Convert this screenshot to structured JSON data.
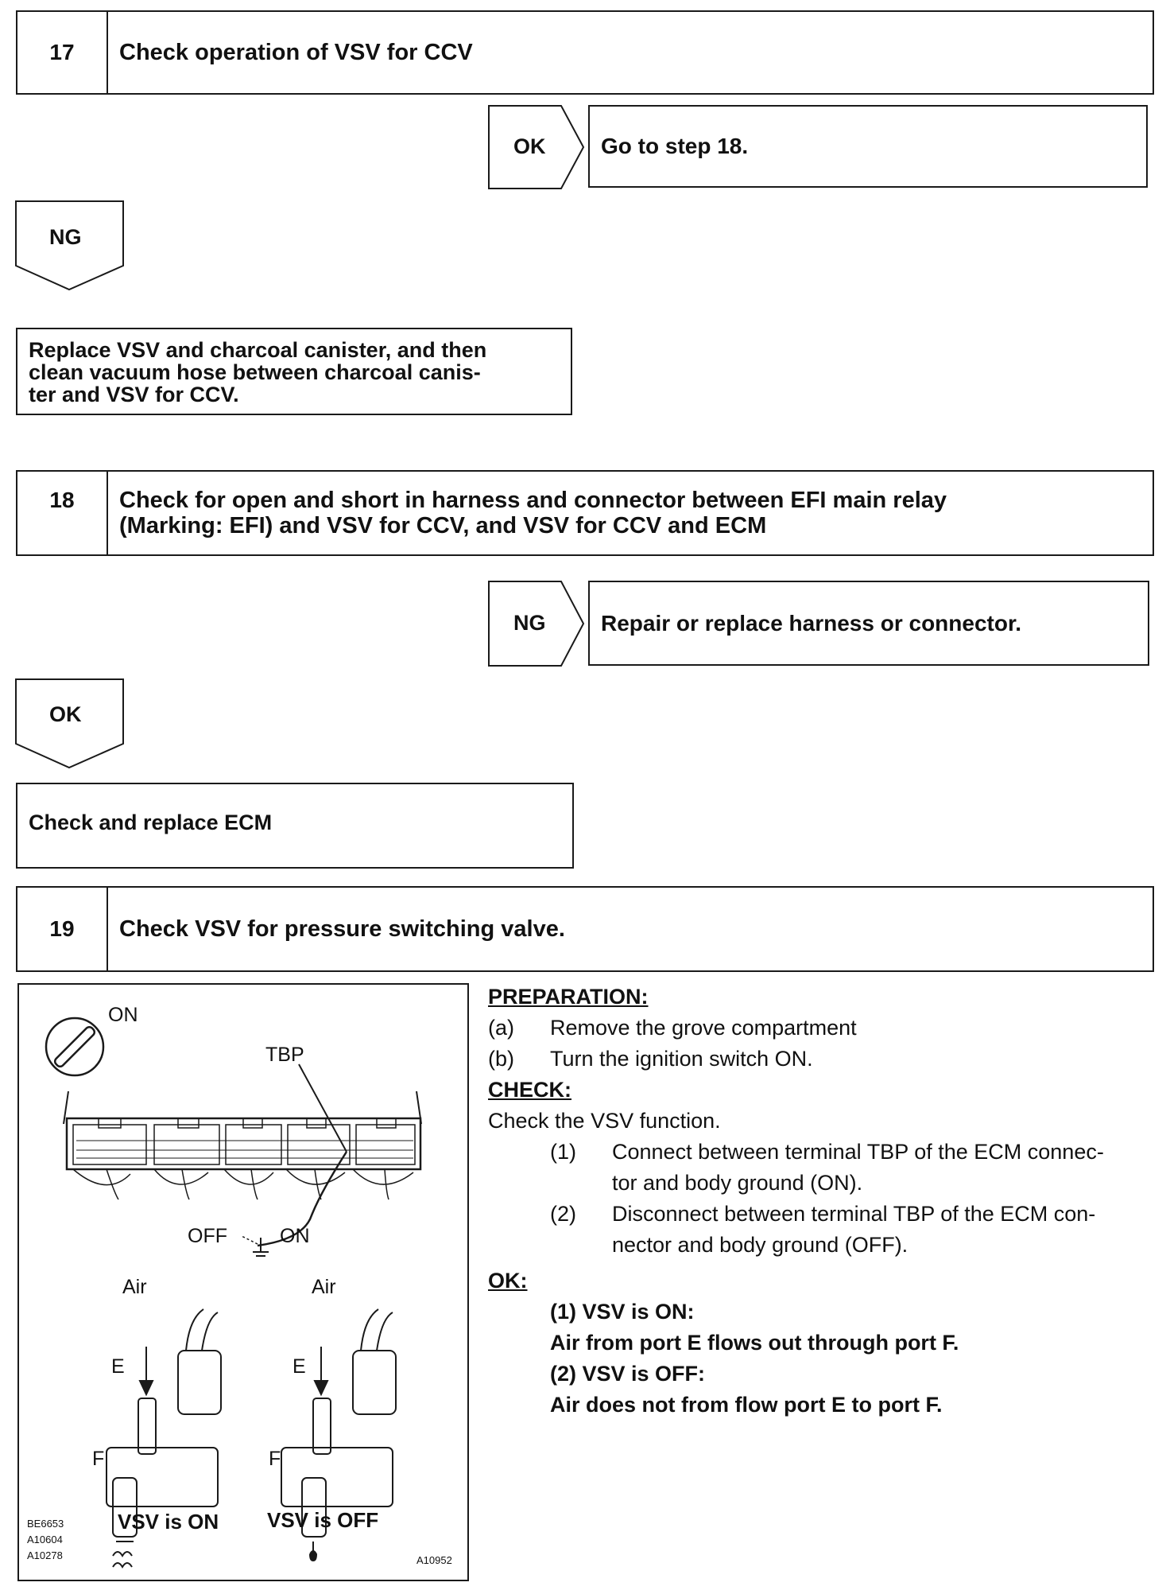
{
  "step17": {
    "number": "17",
    "title": "Check operation of VSV for CCV"
  },
  "step17_ok": {
    "tag": "OK",
    "text": "Go to step 18."
  },
  "step17_ng": {
    "tag": "NG"
  },
  "step17_action": {
    "lines": [
      "Replace VSV and charcoal canister, and then",
      "clean vacuum hose between charcoal canis-",
      "ter and VSV for CCV."
    ]
  },
  "step18": {
    "number": "18",
    "title_lines": [
      "Check for open and short in harness and connector between EFI main relay",
      "(Marking: EFI) and VSV for CCV, and VSV for CCV and ECM"
    ]
  },
  "step18_ng": {
    "tag": "NG",
    "text": "Repair or replace harness or connector."
  },
  "step18_ok": {
    "tag": "OK"
  },
  "step18_action": {
    "text": "Check and replace ECM"
  },
  "step19": {
    "number": "19",
    "title": "Check VSV for pressure switching valve."
  },
  "diagram": {
    "on_label": "ON",
    "tbp_label": "TBP",
    "off_label": "OFF",
    "on2_label": "ON",
    "air_left": "Air",
    "air_right": "Air",
    "e_left": "E",
    "e_right": "E",
    "f_left": "F",
    "f_right": "F",
    "caption_left": "VSV is ON",
    "caption_right": "VSV is OFF",
    "codes": [
      "BE6653",
      "A10604",
      "A10278"
    ],
    "code_right": "A10952"
  },
  "procedure": {
    "preparation_header": "PREPARATION:",
    "prep_items": [
      {
        "mark": "(a)",
        "text": "Remove the grove compartment"
      },
      {
        "mark": "(b)",
        "text": "Turn the ignition switch ON."
      }
    ],
    "check_header": "CHECK:",
    "check_intro": "Check the VSV function.",
    "check_items": [
      {
        "mark": "(1)",
        "line1": "Connect between terminal TBP of the ECM connec-",
        "line2": "tor and body ground (ON)."
      },
      {
        "mark": "(2)",
        "line1": "Disconnect between terminal TBP of the ECM con-",
        "line2": "nector and body ground (OFF)."
      }
    ],
    "ok_header": "OK:",
    "ok_lines": [
      "(1) VSV is ON:",
      "Air from port E flows out through port F.",
      "(2) VSV is OFF:",
      "Air does not from flow port E to port F."
    ]
  }
}
